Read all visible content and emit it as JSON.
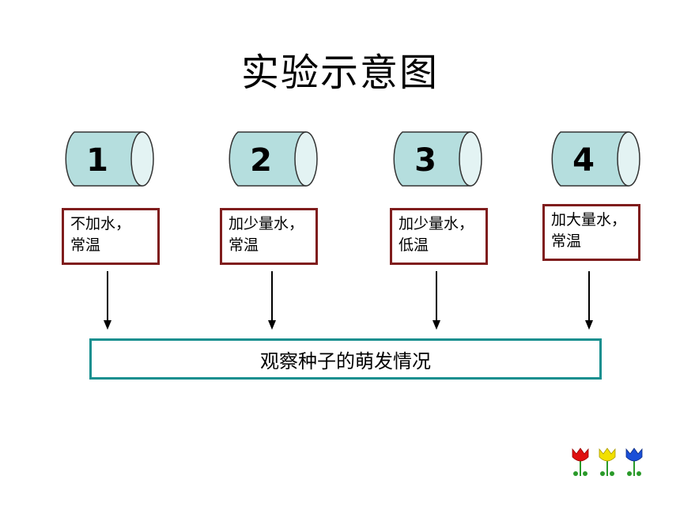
{
  "title": "实验示意图",
  "cylinders": [
    {
      "number": "1",
      "condition": "不加水，\n常温"
    },
    {
      "number": "2",
      "condition": "加少量水，\n常温"
    },
    {
      "number": "3",
      "condition": "加少量水，\n低温"
    },
    {
      "number": "4",
      "condition": "加大量水，\n常温"
    }
  ],
  "result": "观察种子的萌发情况",
  "colors": {
    "cylinder_fill": "#b5dede",
    "cylinder_stroke": "#333333",
    "label_border": "#7f1d1d",
    "result_border": "#168f8f"
  },
  "decoration": {
    "icons": [
      "red-tulip-icon",
      "yellow-tulip-icon",
      "blue-tulip-icon"
    ]
  }
}
